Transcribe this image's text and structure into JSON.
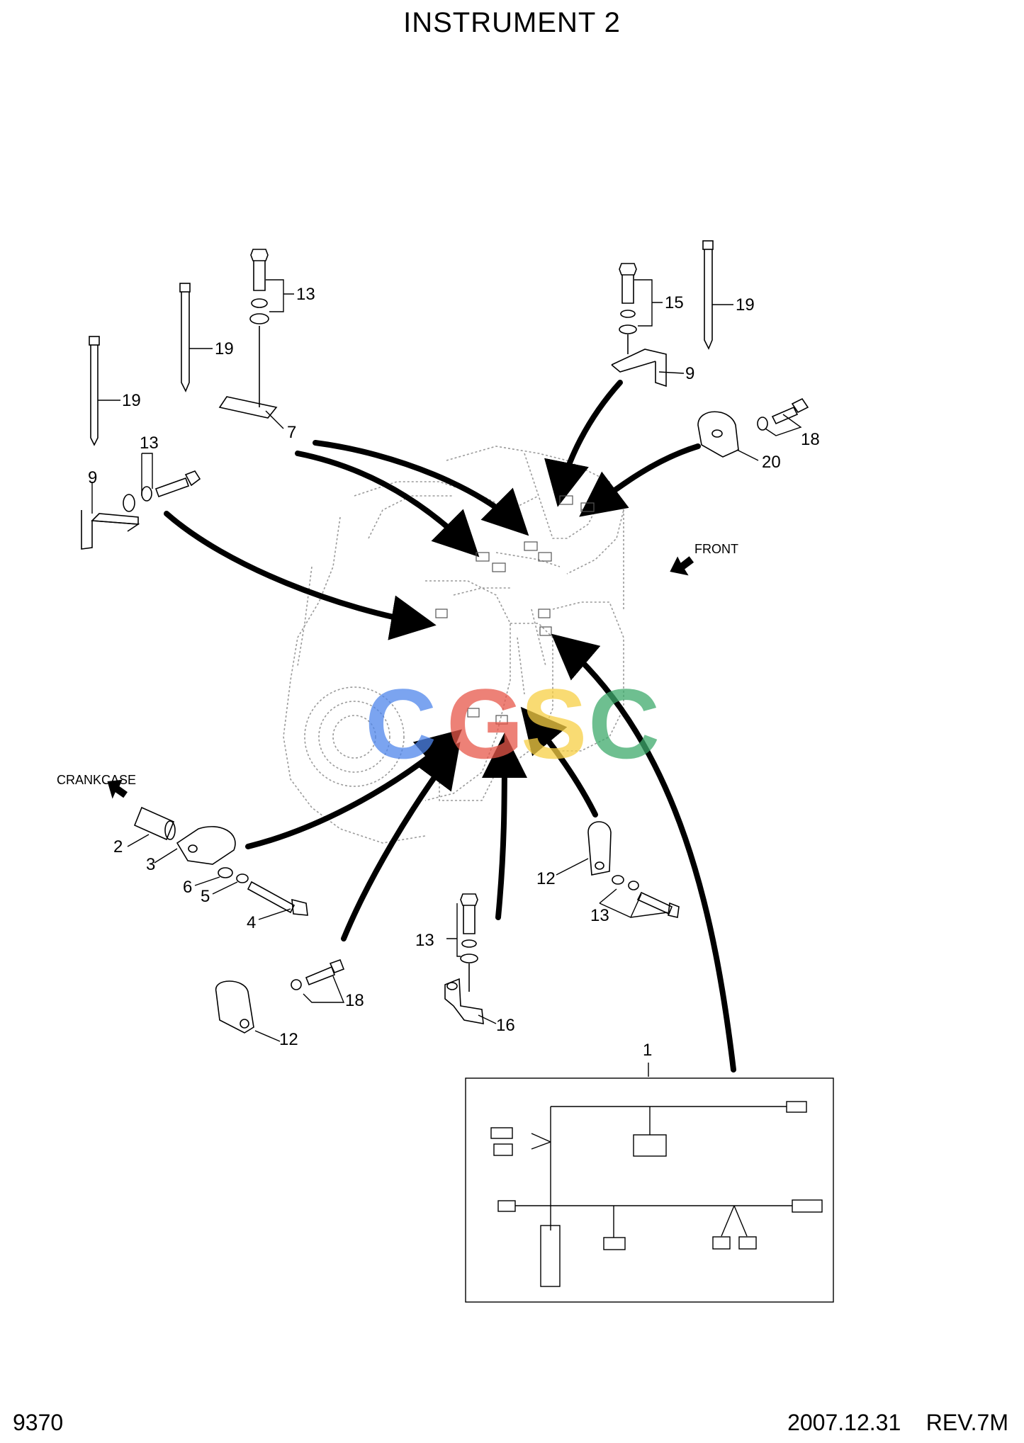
{
  "page": {
    "title": "INSTRUMENT 2",
    "page_number": "9370",
    "date": "2007.12.31",
    "revision": "REV.7M"
  },
  "labels": {
    "crankcase": "CRANKCASE",
    "front": "FRONT"
  },
  "watermark": {
    "letters": [
      "C",
      "G",
      "S",
      "C"
    ],
    "colors": [
      "#4f86ec",
      "#e8574a",
      "#f7cf45",
      "#3eaa6c"
    ]
  },
  "callouts": {
    "c19a": "19",
    "c19b": "19",
    "c13a": "13",
    "c7": "7",
    "c13b": "13",
    "c9a": "9",
    "c15": "15",
    "c19c": "19",
    "c9b": "9",
    "c18a": "18",
    "c20": "20",
    "c2": "2",
    "c3": "3",
    "c6": "6",
    "c5": "5",
    "c4": "4",
    "c12a": "12",
    "c13c": "13",
    "c13d": "13",
    "c16": "16",
    "c12b": "12",
    "c18b": "18",
    "c1": "1"
  },
  "colors": {
    "line": "#000000",
    "engine_outline": "#9a9a9a",
    "background": "#ffffff"
  }
}
